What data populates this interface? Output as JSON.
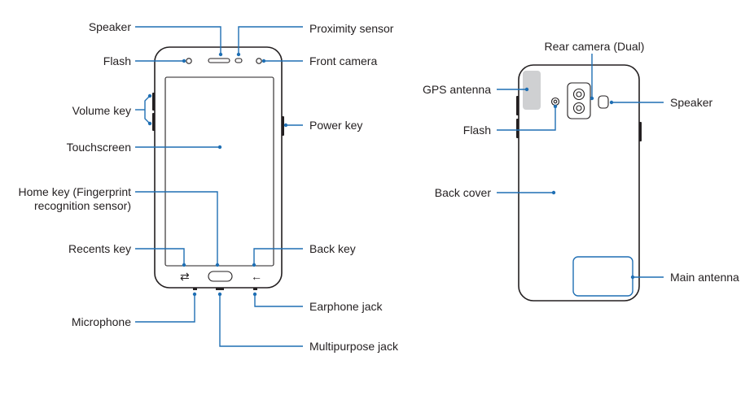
{
  "front": {
    "speaker": "Speaker",
    "proximity_sensor": "Proximity sensor",
    "flash": "Flash",
    "front_camera": "Front camera",
    "volume_key": "Volume key",
    "power_key": "Power key",
    "touchscreen": "Touchscreen",
    "home_key_line1": "Home key (Fingerprint",
    "home_key_line2": "recognition sensor)",
    "recents_key": "Recents key",
    "back_key": "Back key",
    "microphone": "Microphone",
    "earphone_jack": "Earphone jack",
    "multipurpose_jack": "Multipurpose jack"
  },
  "back": {
    "rear_camera": "Rear camera (Dual)",
    "gps_antenna": "GPS antenna",
    "speaker": "Speaker",
    "flash": "Flash",
    "back_cover": "Back cover",
    "main_antenna": "Main antenna"
  },
  "colors": {
    "callout": "#1f6fb4",
    "outline": "#231f20",
    "gps_antenna_fill": "#cfd0d2"
  }
}
